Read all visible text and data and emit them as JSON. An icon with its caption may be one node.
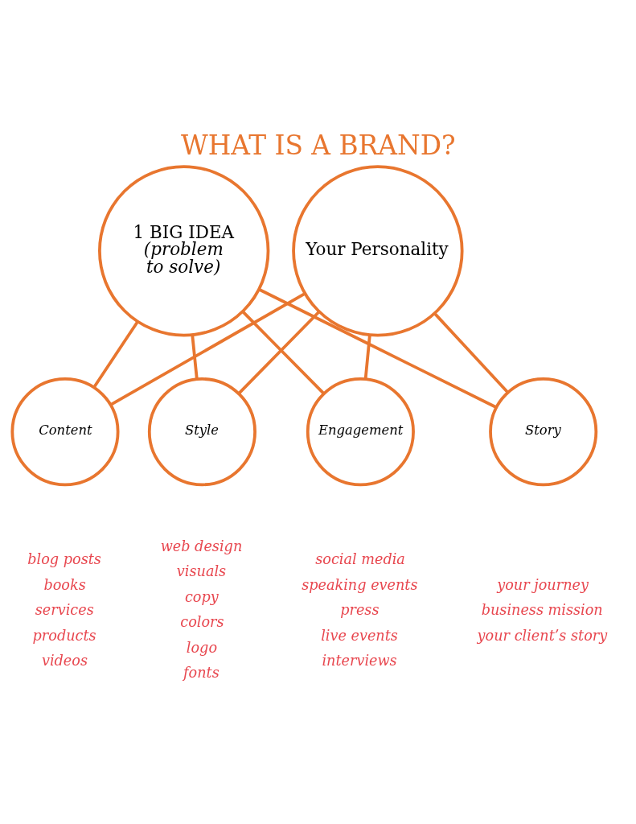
{
  "diagram": {
    "title": "WHAT IS A BRAND?",
    "nodes": [
      {
        "text": [
          "1 BIG IDEA",
          "(problem to solve)"
        ]
      },
      {
        "text": [
          "Your Personality"
        ]
      },
      {
        "text": [
          "Content"
        ],
        "beside": [
          "blog posts",
          "books",
          "services",
          "products",
          "videos"
        ]
      },
      {
        "text": [
          "Style"
        ],
        "beside": [
          "web design",
          "visuals",
          "copy",
          "colors",
          "logo",
          "fonts"
        ]
      },
      {
        "text": [
          "Engagement"
        ],
        "beside": [
          "social media",
          "speaking events",
          "press",
          "live events",
          "interviews"
        ]
      },
      {
        "text": [
          "Story"
        ],
        "beside": [
          "your journey",
          "business mission",
          "your client’s story"
        ]
      }
    ],
    "edges": [
      {
        "from": 0,
        "to": 2,
        "arrow": "none"
      },
      {
        "from": 0,
        "to": 3,
        "arrow": "none"
      },
      {
        "from": 0,
        "to": 4,
        "arrow": "none"
      },
      {
        "from": 0,
        "to": 5,
        "arrow": "none"
      },
      {
        "from": 1,
        "to": 2,
        "arrow": "none"
      },
      {
        "from": 1,
        "to": 3,
        "arrow": "none"
      },
      {
        "from": 1,
        "to": 4,
        "arrow": "none"
      },
      {
        "from": 1,
        "to": 5,
        "arrow": "none"
      }
    ]
  }
}
